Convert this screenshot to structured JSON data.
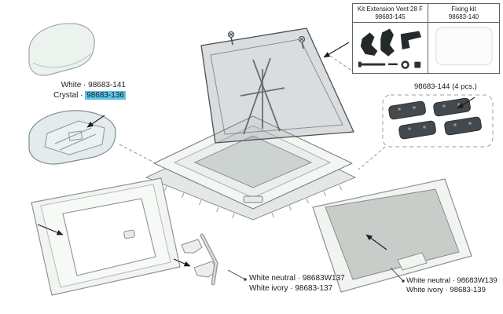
{
  "colors": {
    "highlight": "#5ec3e8"
  },
  "lid": {
    "white_label": "White · 98683-141",
    "crystal_prefix": "Crystal · ",
    "crystal_code": "98683-136"
  },
  "kits": {
    "extension": {
      "title": "Kit Extension Vent 28 F",
      "code": "98683-145"
    },
    "fixing": {
      "title": "Fixing kit",
      "code": "98683-140"
    }
  },
  "corner_brackets": {
    "label": "98683-144  (4 pcs.)"
  },
  "inner_frame": {
    "neutral": "White neutral · 98683W137",
    "ivory": "White ivory · 98683-137"
  },
  "blind_panel": {
    "neutral": "White neutral · 98683W139",
    "ivory": "White ivory · 98683-139"
  },
  "illustrations": {
    "white_lid": "white-dome-lid",
    "crystal_lid": "crystal-dome-lid",
    "assembly": "roof-vent-exploded-assembly",
    "brackets": "corner-bracket-plates",
    "inner_frame": "inner-garnish-frame",
    "blind_panel": "blind-panel"
  }
}
